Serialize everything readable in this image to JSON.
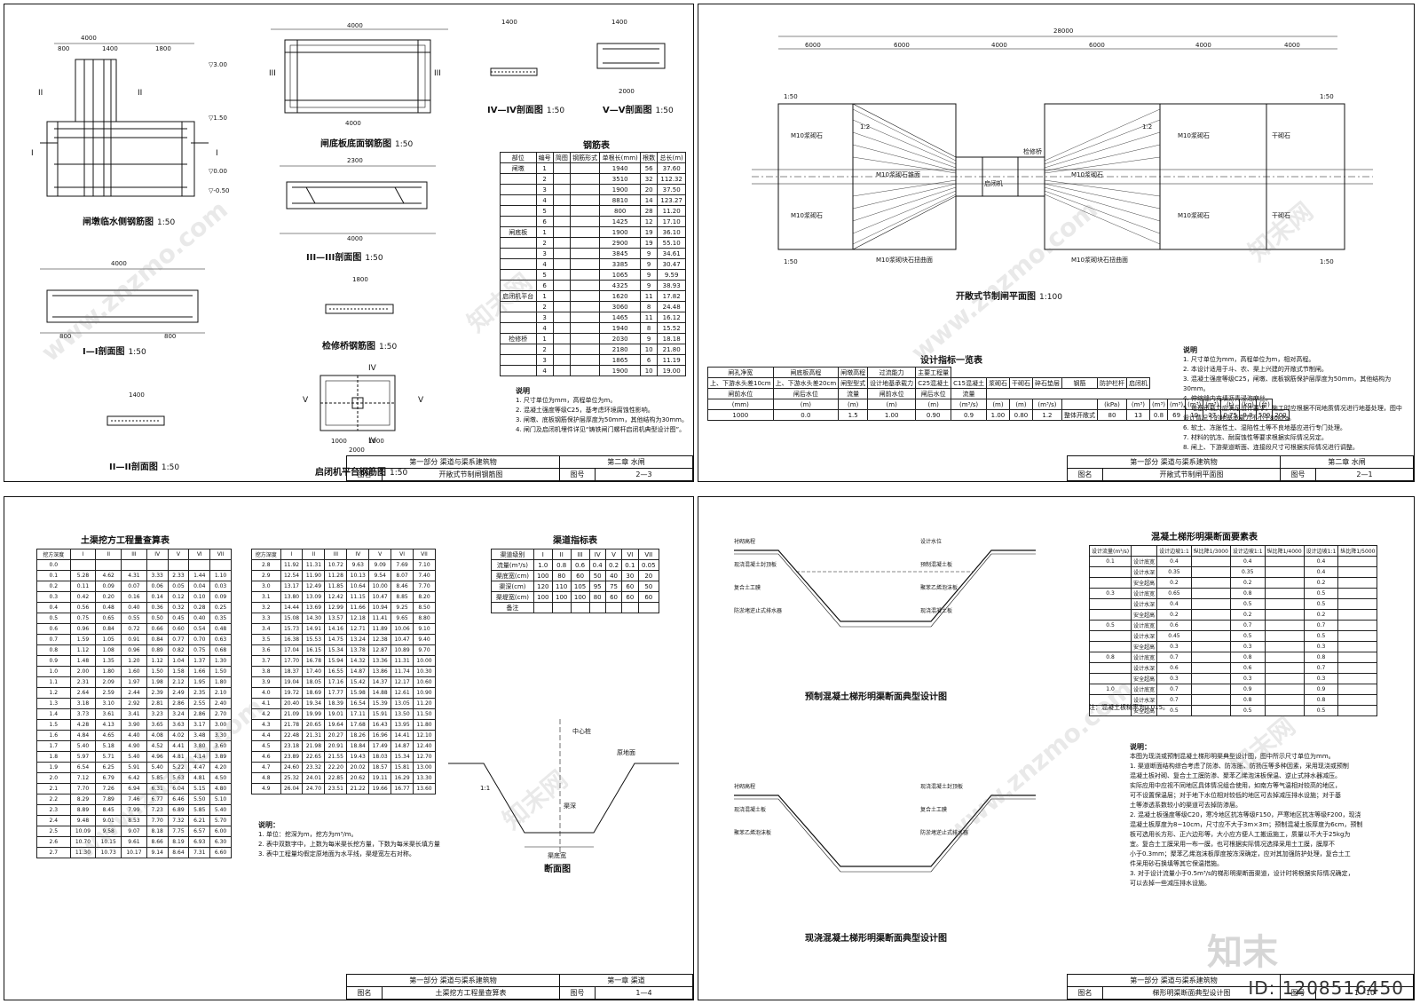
{
  "sheet1": {
    "captions": [
      {
        "text": "闸墩临水侧钢筋图",
        "scale": "1:50"
      },
      {
        "text": "闸底板底面钢筋图",
        "scale": "1:50"
      },
      {
        "text": "IV—IV剖面图",
        "scale": "1:50"
      },
      {
        "text": "V—V剖面图",
        "scale": "1:50"
      },
      {
        "text": "III—III剖面图",
        "scale": "1:50"
      },
      {
        "text": "I—I剖面图",
        "scale": "1:50"
      },
      {
        "text": "检修桥钢筋图",
        "scale": "1:50"
      },
      {
        "text": "II—II剖面图",
        "scale": "1:50"
      },
      {
        "text": "启闭机平台钢筋图",
        "scale": "1:50"
      }
    ],
    "rebar_title": "钢筋表",
    "rebar_headers": [
      "部位",
      "编号",
      "简图",
      "钢筋形式",
      "单根长(mm)",
      "根数",
      "总长(m)"
    ],
    "rebar_rows": [
      [
        "闸墩",
        "1",
        "",
        "",
        "1940",
        "56",
        "37.60"
      ],
      [
        "",
        "2",
        "",
        "",
        "3510",
        "32",
        "112.32"
      ],
      [
        "",
        "3",
        "",
        "",
        "1900",
        "20",
        "37.50"
      ],
      [
        "",
        "4",
        "",
        "",
        "8810",
        "14",
        "123.27"
      ],
      [
        "",
        "5",
        "",
        "",
        "800",
        "28",
        "11.20"
      ],
      [
        "",
        "6",
        "",
        "",
        "1425",
        "12",
        "17.10"
      ],
      [
        "闸底板",
        "1",
        "",
        "",
        "1900",
        "19",
        "36.10"
      ],
      [
        "",
        "2",
        "",
        "",
        "2900",
        "19",
        "55.10"
      ],
      [
        "",
        "3",
        "",
        "",
        "3845",
        "9",
        "34.61"
      ],
      [
        "",
        "4",
        "",
        "",
        "3385",
        "9",
        "30.47"
      ],
      [
        "",
        "5",
        "",
        "",
        "1065",
        "9",
        "9.59"
      ],
      [
        "",
        "6",
        "",
        "",
        "4325",
        "9",
        "38.93"
      ],
      [
        "启闭机平台",
        "1",
        "",
        "",
        "1620",
        "11",
        "17.82"
      ],
      [
        "",
        "2",
        "",
        "",
        "3060",
        "8",
        "24.48"
      ],
      [
        "",
        "3",
        "",
        "",
        "1465",
        "11",
        "16.12"
      ],
      [
        "",
        "4",
        "",
        "",
        "1940",
        "8",
        "15.52"
      ],
      [
        "检修桥",
        "1",
        "",
        "",
        "2030",
        "9",
        "18.18"
      ],
      [
        "",
        "2",
        "",
        "",
        "2180",
        "10",
        "21.80"
      ],
      [
        "",
        "3",
        "",
        "",
        "1865",
        "6",
        "11.19"
      ],
      [
        "",
        "4",
        "",
        "",
        "1900",
        "10",
        "19.00"
      ]
    ],
    "notes_title": "说明",
    "notes": [
      "1. 尺寸单位为mm，高程单位为m。",
      "2. 混凝土强度等级C25，基考虑环境腐蚀性影响。",
      "3. 闸墩、底板钢筋保护层厚度为50mm，其他结构为30mm。",
      "4. 闸门及启闭机埋件详见“铸铁闸门螺杆启闭机典型设计图”。"
    ],
    "title_block": {
      "part": "第一部分  渠道与渠系建筑物",
      "chapter": "第二章  水闸",
      "name_label": "图名",
      "name": "开敞式节制闸钢筋图",
      "no_label": "图号",
      "no": "2—3"
    }
  },
  "sheet2": {
    "caption": {
      "text": "开敞式节制闸平面图",
      "scale": "1:100"
    },
    "dims_top": [
      "28000",
      "6000",
      "6000",
      "4000",
      "6000",
      "4000",
      "4000"
    ],
    "labels": [
      "M10浆砌石",
      "干砌石",
      "M10浆砌石锥面",
      "M10浆砌块石扭曲面",
      "启闭机",
      "检修桥",
      "1:50",
      "1:2"
    ],
    "design_title": "设计指标一览表",
    "design_headers_1": [
      "闸孔净宽",
      "闸底板高程",
      "闸墩高程",
      "过流能力",
      "主要工程量"
    ],
    "design_headers_2": [
      "上、下游水头差10cm",
      "上、下游水头差20cm",
      "闸型型式",
      "设计地基承载力",
      "C25混凝土",
      "C15混凝土",
      "浆砌石",
      "干砌石",
      "碎石垫层",
      "钢筋",
      "防护栏杆",
      "启闭机"
    ],
    "design_headers_3": [
      "闸前水位",
      "闸后水位",
      "流量",
      "闸前水位",
      "闸后水位",
      "流量"
    ],
    "design_units": [
      "(mm)",
      "(m)",
      "(m)",
      "(m)",
      "(m)",
      "(m³/s)",
      "(m)",
      "(m)",
      "(m³/s)",
      "",
      "(kPa)",
      "(m³)",
      "(m³)",
      "(m³)",
      "(m³)",
      "(m³)",
      "(t)",
      "(kg)",
      "(台)"
    ],
    "design_row": [
      "1000",
      "0.0",
      "1.5",
      "1.00",
      "0.90",
      "0.9",
      "1.00",
      "0.80",
      "1.2",
      "整体开敞式",
      "80",
      "13",
      "0.8",
      "69",
      "10",
      "27",
      "0.75",
      "9.8",
      "500",
      "200"
    ],
    "notes_title": "说明",
    "notes": [
      "1. 尺寸单位为mm，高程单位为m，相对高程。",
      "2. 本设计适用于斗、农、渠上兴建的开敞式节制闸。",
      "3. 混凝土强度等级C25，闸墩、底板钢筋保护层厚度为50mm，其他结构为30mm。",
      "4. 伸缩缝内充填沥青浸泡麻丝。",
      "5. 地基承载力应满足设计要求。施工时应根据不同地质情况进行地基处理，图中",
      "   设计情况下的地基承载力不小于80kPa。",
      "6. 软土、冻胀性土、湿陷性土等不良地基应进行专门处理。",
      "7. 材料的抗冻、耐腐蚀性等要求根据实际情况另定。",
      "8. 闸上、下游渠道断面、连接段尺寸可根据实际情况进行调整。"
    ],
    "title_block": {
      "part": "第一部分  渠道与渠系建筑物",
      "chapter": "第二章  水闸",
      "name_label": "图名",
      "name": "开敞式节制闸平面图",
      "no_label": "图号",
      "no": "2—1"
    }
  },
  "sheet3": {
    "earth_title": "土渠挖方工程量查算表",
    "earth_cols": [
      "挖方深度",
      "I",
      "II",
      "III",
      "IV",
      "V",
      "VI",
      "VII"
    ],
    "earth_rows_a": [
      [
        "0.0",
        "",
        "",
        "",
        "",
        "",
        "",
        ""
      ],
      [
        "0.1",
        "5.28",
        "4.62",
        "4.31",
        "3.33",
        "2.33",
        "1.44",
        "1.10"
      ],
      [
        "0.2",
        "0.11",
        "0.09",
        "0.07",
        "0.06",
        "0.05",
        "0.04",
        "0.03"
      ],
      [
        "0.3",
        "0.42",
        "0.20",
        "0.16",
        "0.14",
        "0.12",
        "0.10",
        "0.09"
      ],
      [
        "0.4",
        "0.56",
        "0.48",
        "0.40",
        "0.36",
        "0.32",
        "0.28",
        "0.25"
      ],
      [
        "0.5",
        "0.75",
        "0.65",
        "0.55",
        "0.50",
        "0.45",
        "0.40",
        "0.35"
      ],
      [
        "0.6",
        "0.96",
        "0.84",
        "0.72",
        "0.66",
        "0.60",
        "0.54",
        "0.48"
      ],
      [
        "0.7",
        "1.59",
        "1.05",
        "0.91",
        "0.84",
        "0.77",
        "0.70",
        "0.63"
      ],
      [
        "0.8",
        "1.12",
        "1.08",
        "0.96",
        "0.89",
        "0.82",
        "0.75",
        "0.68"
      ],
      [
        "0.9",
        "1.48",
        "1.35",
        "1.20",
        "1.12",
        "1.04",
        "1.37",
        "1.30"
      ],
      [
        "1.0",
        "2.00",
        "1.80",
        "1.60",
        "1.50",
        "1.58",
        "1.66",
        "1.50"
      ],
      [
        "1.1",
        "2.31",
        "2.09",
        "1.97",
        "1.98",
        "2.12",
        "1.95",
        "1.80"
      ],
      [
        "1.2",
        "2.64",
        "2.59",
        "2.44",
        "2.39",
        "2.49",
        "2.35",
        "2.10"
      ],
      [
        "1.3",
        "3.18",
        "3.10",
        "2.92",
        "2.81",
        "2.86",
        "2.55",
        "2.40"
      ],
      [
        "1.4",
        "3.73",
        "3.61",
        "3.41",
        "3.23",
        "3.24",
        "2.86",
        "2.70"
      ],
      [
        "1.5",
        "4.28",
        "4.13",
        "3.90",
        "3.65",
        "3.63",
        "3.17",
        "3.00"
      ],
      [
        "1.6",
        "4.84",
        "4.65",
        "4.40",
        "4.08",
        "4.02",
        "3.48",
        "3.30"
      ],
      [
        "1.7",
        "5.40",
        "5.18",
        "4.90",
        "4.52",
        "4.41",
        "3.80",
        "3.60"
      ],
      [
        "1.8",
        "5.97",
        "5.71",
        "5.40",
        "4.96",
        "4.81",
        "4.14",
        "3.89"
      ],
      [
        "1.9",
        "6.54",
        "6.25",
        "5.91",
        "5.40",
        "5.22",
        "4.47",
        "4.20"
      ],
      [
        "2.0",
        "7.12",
        "6.79",
        "6.42",
        "5.85",
        "5.63",
        "4.81",
        "4.50"
      ],
      [
        "2.1",
        "7.70",
        "7.26",
        "6.94",
        "6.31",
        "6.04",
        "5.15",
        "4.80"
      ],
      [
        "2.2",
        "8.29",
        "7.89",
        "7.46",
        "6.77",
        "6.46",
        "5.50",
        "5.10"
      ],
      [
        "2.3",
        "8.89",
        "8.45",
        "7.99",
        "7.23",
        "6.89",
        "5.85",
        "5.40"
      ],
      [
        "2.4",
        "9.48",
        "9.01",
        "8.53",
        "7.70",
        "7.32",
        "6.21",
        "5.70"
      ],
      [
        "2.5",
        "10.09",
        "9.58",
        "9.07",
        "8.18",
        "7.75",
        "6.57",
        "6.00"
      ],
      [
        "2.6",
        "10.70",
        "10.15",
        "9.61",
        "8.66",
        "8.19",
        "6.93",
        "6.30"
      ],
      [
        "2.7",
        "11.30",
        "10.73",
        "10.17",
        "9.14",
        "8.64",
        "7.31",
        "6.60"
      ]
    ],
    "earth_rows_b": [
      [
        "2.8",
        "11.92",
        "11.31",
        "10.72",
        "9.63",
        "9.09",
        "7.69",
        "7.10"
      ],
      [
        "2.9",
        "12.54",
        "11.90",
        "11.28",
        "10.13",
        "9.54",
        "8.07",
        "7.40"
      ],
      [
        "3.0",
        "13.17",
        "12.49",
        "11.85",
        "10.64",
        "10.00",
        "8.46",
        "7.70"
      ],
      [
        "3.1",
        "13.80",
        "13.09",
        "12.42",
        "11.15",
        "10.47",
        "8.85",
        "8.20"
      ],
      [
        "3.2",
        "14.44",
        "13.69",
        "12.99",
        "11.66",
        "10.94",
        "9.25",
        "8.50"
      ],
      [
        "3.3",
        "15.08",
        "14.30",
        "13.57",
        "12.18",
        "11.41",
        "9.65",
        "8.80"
      ],
      [
        "3.4",
        "15.73",
        "14.91",
        "14.16",
        "12.71",
        "11.89",
        "10.06",
        "9.10"
      ],
      [
        "3.5",
        "16.38",
        "15.53",
        "14.75",
        "13.24",
        "12.38",
        "10.47",
        "9.40"
      ],
      [
        "3.6",
        "17.04",
        "16.15",
        "15.34",
        "13.78",
        "12.87",
        "10.89",
        "9.70"
      ],
      [
        "3.7",
        "17.70",
        "16.78",
        "15.94",
        "14.32",
        "13.36",
        "11.31",
        "10.00"
      ],
      [
        "3.8",
        "18.37",
        "17.40",
        "16.55",
        "14.87",
        "13.86",
        "11.74",
        "10.30"
      ],
      [
        "3.9",
        "19.04",
        "18.05",
        "17.16",
        "15.42",
        "14.37",
        "12.17",
        "10.60"
      ],
      [
        "4.0",
        "19.72",
        "18.69",
        "17.77",
        "15.98",
        "14.88",
        "12.61",
        "10.90"
      ],
      [
        "4.1",
        "20.40",
        "19.34",
        "18.39",
        "16.54",
        "15.39",
        "13.05",
        "11.20"
      ],
      [
        "4.2",
        "21.09",
        "19.99",
        "19.01",
        "17.11",
        "15.91",
        "13.50",
        "11.50"
      ],
      [
        "4.3",
        "21.78",
        "20.65",
        "19.64",
        "17.68",
        "16.43",
        "13.95",
        "11.80"
      ],
      [
        "4.4",
        "22.48",
        "21.31",
        "20.27",
        "18.26",
        "16.96",
        "14.41",
        "12.10"
      ],
      [
        "4.5",
        "23.18",
        "21.98",
        "20.91",
        "18.84",
        "17.49",
        "14.87",
        "12.40"
      ],
      [
        "4.6",
        "23.89",
        "22.65",
        "21.55",
        "19.43",
        "18.03",
        "15.34",
        "12.70"
      ],
      [
        "4.7",
        "24.60",
        "23.32",
        "22.20",
        "20.02",
        "18.57",
        "15.81",
        "13.00"
      ],
      [
        "4.8",
        "25.32",
        "24.01",
        "22.85",
        "20.62",
        "19.11",
        "16.29",
        "13.30"
      ],
      [
        "4.9",
        "26.04",
        "24.70",
        "23.51",
        "21.22",
        "19.66",
        "16.77",
        "13.60"
      ]
    ],
    "channel_title": "渠道指标表",
    "channel_rows": [
      [
        "渠道级别",
        "I",
        "II",
        "III",
        "IV",
        "V",
        "VI",
        "VII"
      ],
      [
        "流量(m³/s)",
        "1.0",
        "0.8",
        "0.6",
        "0.4",
        "0.2",
        "0.1",
        "0.05"
      ],
      [
        "渠底宽(cm)",
        "100",
        "80",
        "60",
        "50",
        "40",
        "30",
        "20"
      ],
      [
        "渠深(cm)",
        "120",
        "110",
        "105",
        "95",
        "75",
        "60",
        "50"
      ],
      [
        "渠堤宽(cm)",
        "100",
        "100",
        "100",
        "80",
        "60",
        "60",
        "60"
      ],
      [
        "备注",
        "",
        "",
        "",
        "",
        "",
        "",
        ""
      ]
    ],
    "section_caption": "断面图",
    "section_labels": [
      "中心桩",
      "原地面",
      "渠底宽",
      "渠深",
      "1:1"
    ],
    "notes_title": "说明：",
    "notes": [
      "1. 单位：挖深为m，挖方为m³/m。",
      "2. 表中双数字中，上数为每米渠长挖方量，下数为每米渠长填方量",
      "3. 表中工程量均假定原地面为水平线，渠堤宽左右对称。"
    ],
    "title_block": {
      "part": "第一部分  渠道与渠系建筑物",
      "chapter": "第一章  渠道",
      "name_label": "图名",
      "name": "土渠挖方工程量查算表",
      "no_label": "图号",
      "no": "1—4"
    }
  },
  "sheet4": {
    "caption_a": "预制混凝土梯形明渠断面典型设计图",
    "caption_b": "现浇混凝土梯形明渠断面典型设计图",
    "callouts_a": [
      "衬砌高程",
      "设计水位",
      "现浇混凝土封顶板",
      "预制混凝土板",
      "复合土工膜",
      "聚苯乙烯泡沫板",
      "防淤堵逆止式排水器",
      "现浇混凝土板"
    ],
    "callouts_b": [
      "衬砌高程",
      "现浇混凝土封顶板",
      "现浇混凝土板",
      "复合土工膜",
      "聚苯乙烯泡沫板",
      "防淤堵逆止式排水器"
    ],
    "elem_title": "混凝土梯形明渠断面要素表",
    "elem_headers": [
      "设计流量(m³/s)",
      "",
      "设计边坡1:1",
      "纵比降1/3000",
      "设计边坡1:1",
      "纵比降1/4000",
      "设计边坡1:1",
      "纵比降1/5000"
    ],
    "elem_rows": [
      [
        "0.1",
        "设计底宽",
        "0.4",
        "",
        "0.4",
        "",
        "0.4",
        ""
      ],
      [
        "",
        "设计水深",
        "0.35",
        "",
        "0.35",
        "",
        "0.4",
        ""
      ],
      [
        "",
        "安全超高",
        "0.2",
        "",
        "0.2",
        "",
        "0.2",
        ""
      ],
      [
        "0.3",
        "设计底宽",
        "0.65",
        "",
        "0.8",
        "",
        "0.5",
        ""
      ],
      [
        "",
        "设计水深",
        "0.4",
        "",
        "0.5",
        "",
        "0.5",
        ""
      ],
      [
        "",
        "安全超高",
        "0.2",
        "",
        "0.2",
        "",
        "0.2",
        ""
      ],
      [
        "0.5",
        "设计底宽",
        "0.6",
        "",
        "0.7",
        "",
        "0.7",
        ""
      ],
      [
        "",
        "设计水深",
        "0.45",
        "",
        "0.5",
        "",
        "0.5",
        ""
      ],
      [
        "",
        "安全超高",
        "0.3",
        "",
        "0.3",
        "",
        "0.3",
        ""
      ],
      [
        "0.8",
        "设计底宽",
        "0.7",
        "",
        "0.8",
        "",
        "0.8",
        ""
      ],
      [
        "",
        "设计水深",
        "0.6",
        "",
        "0.6",
        "",
        "0.7",
        ""
      ],
      [
        "",
        "安全超高",
        "0.3",
        "",
        "0.3",
        "",
        "0.3",
        ""
      ],
      [
        "1.0",
        "设计底宽",
        "0.7",
        "",
        "0.9",
        "",
        "0.9",
        ""
      ],
      [
        "",
        "设计水深",
        "0.7",
        "",
        "0.8",
        "",
        "0.8",
        ""
      ],
      [
        "",
        "安全超高",
        "0.5",
        "",
        "0.5",
        "",
        "0.5",
        ""
      ]
    ],
    "elem_note": "注：混凝土板糙率为0.015。",
    "notes_title": "说明：",
    "notes": [
      "本图为现浇或预制混凝土梯形明渠典型设计图，图中所示尺寸单位为mm。",
      "1. 渠道断面结构综合考虑了防渗、防冻胀、防扬压等多种因素，采用现浇或预制",
      "   混凝土板衬砌、复合土工膜防渗、聚苯乙烯泡沫板保温、逆止式排水器减压。",
      "   实际应用中应视不同地区具体情况组合使用，如南方等气温相对较高的地区，",
      "   可不设置保温层；对于地下水位相对较低的地区可去掉减压排水设施；对于基",
      "   土等渗透系数较小的渠道可去掉防渗层。",
      "2. 混凝土板强度等级C20，寒冷地区抗冻等级F150，严寒地区抗冻等级F200，现浇",
      "   混凝土板厚度为8~10cm，尺寸应不大于3m×3m；预制混凝土板厚度为6cm，预制",
      "   板可选用长方形、正六边形等，大小应方便人工搬运施工，质量以不大于25kg为",
      "   宜。复合土工膜采用一布一膜，也可根据实际情况选择采用土工膜，膜厚不",
      "   小于0.3mm；聚苯乙烯泡沫板厚度按冻深确定，应对其加强防护处理，复合土工",
      "   件采用砂石换填等其它保温措施。",
      "3. 对于设计流量小于0.5m³/s的梯形明渠断面渠道，设计时将根据实际情况确定，",
      "   可以去掉一些减压排水设施。"
    ],
    "title_block": {
      "part": "第一部分  渠道与渠系建筑物",
      "chapter": "",
      "name_label": "图名",
      "name": "梯形明渠断面典型设计图",
      "no_label": "图号",
      "no": "1—10"
    }
  },
  "watermarks": [
    "www.znzmo.com",
    "知末网",
    "www.znzmo.com",
    "知末网",
    "www.znzmo.com",
    "知末网",
    "www.znzmo.com",
    "知末网"
  ],
  "id_tag": "ID: 1208516450",
  "logo_text": "知末"
}
